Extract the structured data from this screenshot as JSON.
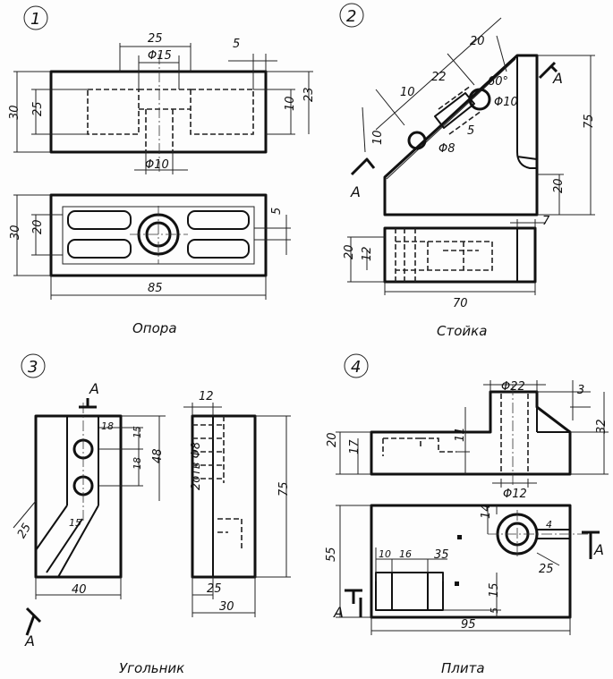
{
  "panel1": {
    "number": "1",
    "title": "Опора",
    "dims": [
      "25",
      "Φ15",
      "5",
      "30",
      "25",
      "10",
      "23",
      "Φ10",
      "30",
      "20",
      "5",
      "85"
    ]
  },
  "panel2": {
    "number": "2",
    "title": "Стойка",
    "dims": [
      "20",
      "10",
      "22",
      "60°",
      "Φ10",
      "10",
      "Φ8",
      "5",
      "75",
      "20",
      "A",
      "A",
      "7",
      "20",
      "12",
      "70"
    ]
  },
  "panel3": {
    "number": "3",
    "title": "Угольник",
    "dims": [
      "A",
      "12",
      "18",
      "15",
      "18",
      "48",
      "2отв Φ8",
      "75",
      "25",
      "15",
      "40",
      "25",
      "30",
      "A"
    ]
  },
  "panel4": {
    "number": "4",
    "title": "Плита",
    "dims": [
      "Φ22",
      "3",
      "20",
      "17",
      "11",
      "32",
      "Φ12",
      "35",
      "14",
      "4",
      "10",
      "16",
      "55",
      "25",
      "15",
      "5",
      "95",
      "A",
      "A"
    ]
  }
}
